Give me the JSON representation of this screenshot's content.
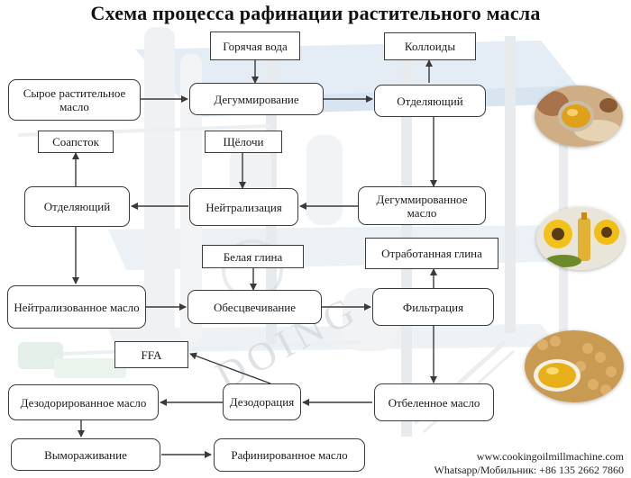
{
  "title": "Схема процесса рафинации растительного масла",
  "nodes": {
    "hot_water": "Горячая вода",
    "colloids": "Коллоиды",
    "raw_oil": "Сырое растительное масло",
    "degumming": "Дегуммирование",
    "separator_1": "Отделяющий",
    "soapstock": "Соапсток",
    "alkali": "Щёлочи",
    "separator_2": "Отделяющий",
    "neutralization": "Нейтрализация",
    "degummed_oil": "Дегуммированное масло",
    "white_clay": "Белая глина",
    "spent_clay": "Отработанная глина",
    "neutralized_oil": "Нейтрализованное масло",
    "bleaching": "Обесцвечивание",
    "filtration": "Фильтрация",
    "ffa": "FFA",
    "deodorized_oil": "Дезодорированное масло",
    "deodorization": "Дезодорация",
    "bleached_oil": "Отбеленное масло",
    "winterization": "Вымораживание",
    "refined_oil": "Рафинированное масло"
  },
  "contacts": {
    "website": "www.cookingoilmillmachine.com",
    "phone": "Whatsapp/Мобильник: +86 135 2662 7860"
  },
  "watermark": "DOING",
  "colors": {
    "accent_blue": "#cfe0f0",
    "structure_gray": "#d8dde2",
    "arrow": "#3a3a3a",
    "box_border": "#3c3c3c"
  },
  "icons": [
    "honey-oil-bowl-photo",
    "sunflower-oil-photo",
    "soybean-oil-photo"
  ]
}
